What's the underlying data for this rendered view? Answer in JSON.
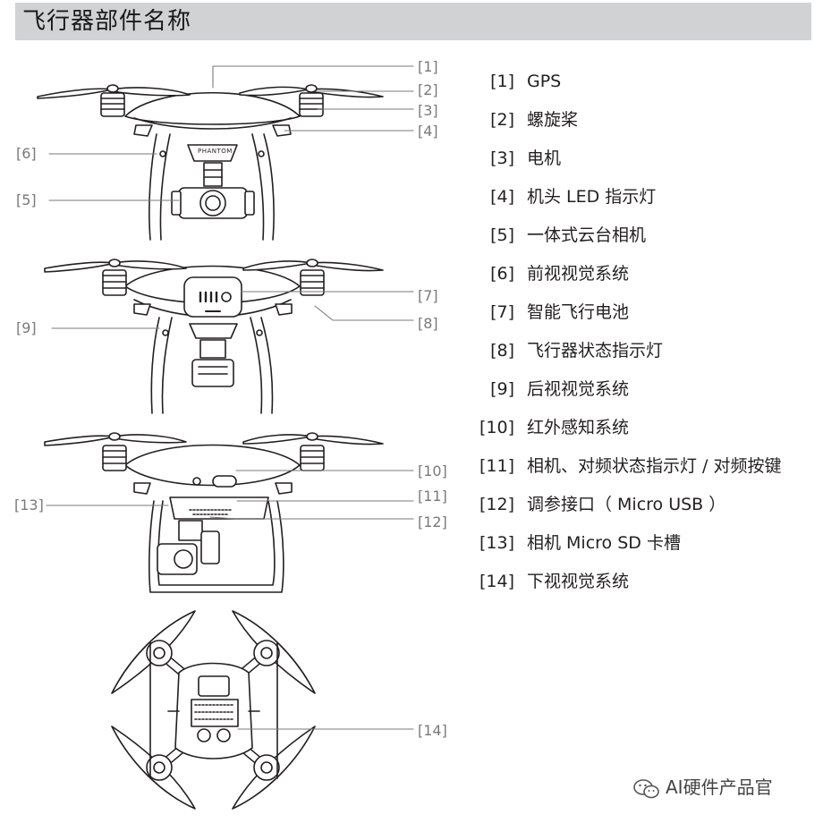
{
  "page": {
    "title": "飞行器部件名称"
  },
  "callouts": [
    "[1]",
    "[2]",
    "[3]",
    "[4]",
    "[5]",
    "[6]",
    "[7]",
    "[8]",
    "[9]",
    "[10]",
    "[11]",
    "[12]",
    "[13]",
    "[14]"
  ],
  "drone_brand_text": "PHANTOM",
  "legend": [
    {
      "num": "[1]",
      "name": "GPS"
    },
    {
      "num": "[2]",
      "name": "螺旋桨"
    },
    {
      "num": "[3]",
      "name": "电机"
    },
    {
      "num": "[4]",
      "name": "机头 LED 指示灯"
    },
    {
      "num": "[5]",
      "name": "一体式云台相机"
    },
    {
      "num": "[6]",
      "name": "前视视觉系统"
    },
    {
      "num": "[7]",
      "name": "智能飞行电池"
    },
    {
      "num": "[8]",
      "name": "飞行器状态指示灯"
    },
    {
      "num": "[9]",
      "name": "后视视觉系统"
    },
    {
      "num": "[10]",
      "name": "红外感知系统"
    },
    {
      "num": "[11]",
      "name": "相机、对频状态指示灯 / 对频按键"
    },
    {
      "num": "[12]",
      "name": "调参接口（ Micro USB ）"
    },
    {
      "num": "[13]",
      "name": "相机 Micro SD 卡槽"
    },
    {
      "num": "[14]",
      "name": "下视视觉系统"
    }
  ],
  "watermark": {
    "text": "AI硬件产品官",
    "icon": "wechat-icon"
  },
  "colors": {
    "title_bar": "#d1d2d4",
    "callout": "#7a7a7a",
    "line": "#231f20"
  }
}
